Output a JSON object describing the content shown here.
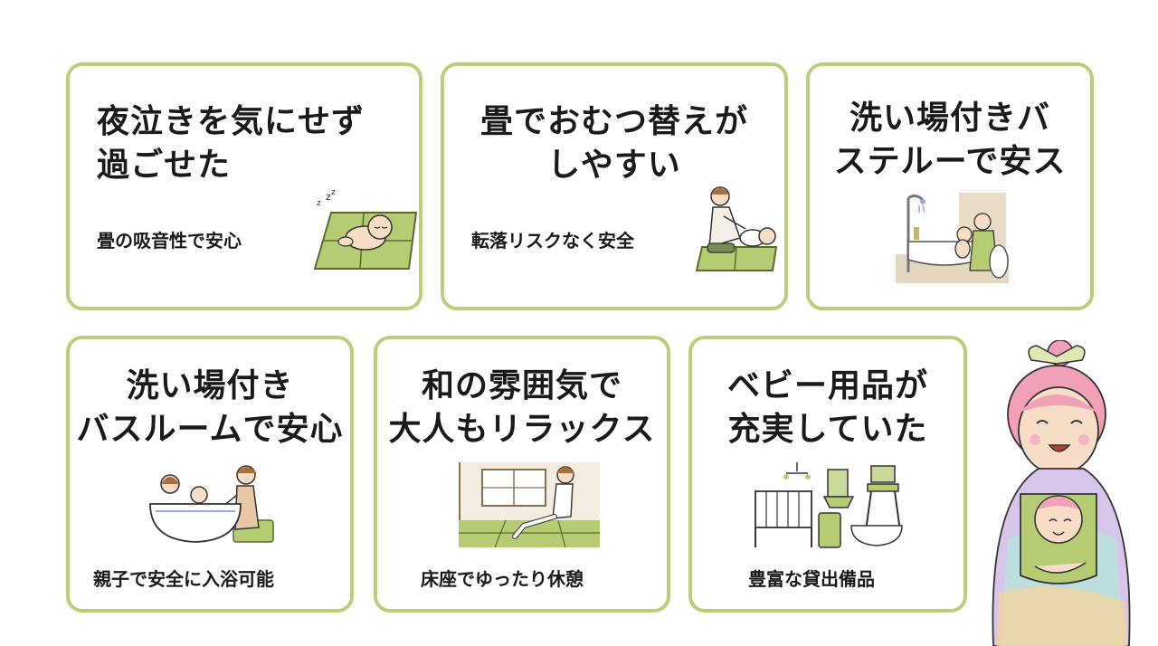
{
  "cards": [
    {
      "title": "夜泣きを気にせず\n過ごせた",
      "caption": "畳の吸音性で安心",
      "icon": "sleeping-baby-on-tatami-icon"
    },
    {
      "title": "畳でおむつ替えが\nしやすい",
      "caption": "転落リスクなく安全",
      "icon": "diaper-change-icon"
    },
    {
      "title": "洗い場付きバ\nステルーで安ス",
      "caption": "",
      "icon": "bathroom-shower-icon"
    },
    {
      "title": "洗い場付き\nバスルームで安心",
      "caption": "親子で安全に入浴可能",
      "icon": "baby-bath-icon"
    },
    {
      "title": "和の雰囲気で\n大人もリラックス",
      "caption": "床座でゆったり休憩",
      "icon": "japanese-room-relax-icon"
    },
    {
      "title": "ベビー用品が\n充実していた",
      "caption": "豊富な貸出備品",
      "icon": "baby-goods-icon"
    }
  ],
  "mascot": {
    "icon": "mother-in-kimono-with-baby-icon"
  },
  "colors": {
    "border": "#b9cf7a",
    "tatami": "#b5cc72",
    "skin": "#f7dcc6",
    "pink": "#f2a0b6"
  }
}
